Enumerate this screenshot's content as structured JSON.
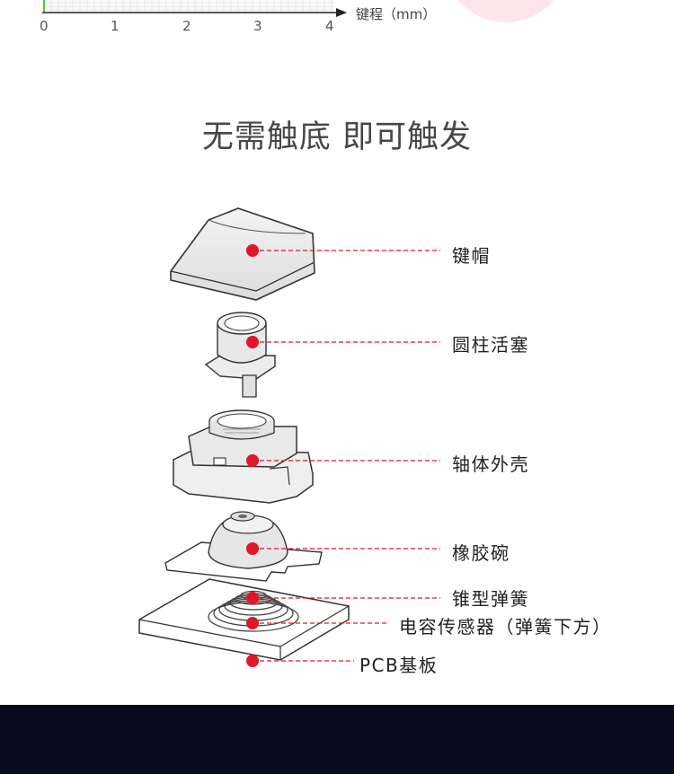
{
  "axis": {
    "ticks": [
      "0",
      "1",
      "2",
      "3",
      "4"
    ],
    "title": "键程（mm）"
  },
  "heading": "无需触底 即可触发",
  "parts": {
    "keycap": "键帽",
    "plunger": "圆柱活塞",
    "housing": "轴体外壳",
    "rubber_dome": "橡胶碗",
    "conical_spring": "锥型弹簧",
    "capacitive_sensor": "电容传感器（弹簧下方）",
    "pcb": "PCB基板"
  },
  "colors": {
    "marker": "#e0162b",
    "heading": "#474747",
    "footer": "#080a1e",
    "accent_pink": "#fde6ea"
  }
}
